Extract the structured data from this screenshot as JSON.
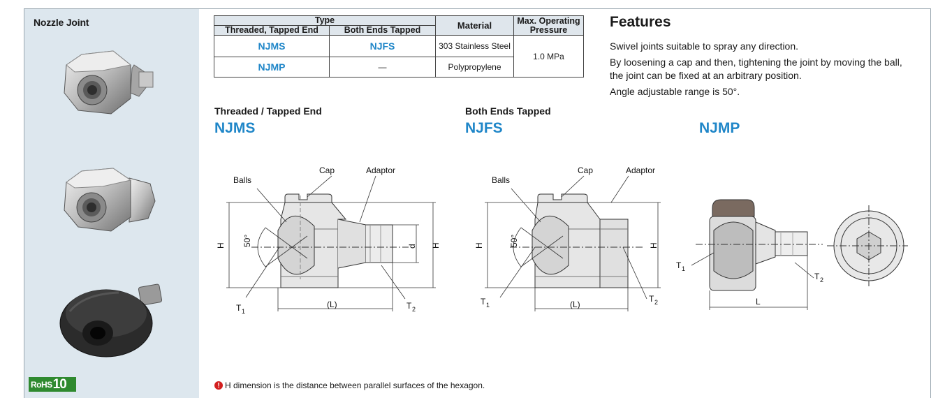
{
  "sidebar": {
    "title": "Nozzle Joint",
    "rohs_label": "RoHS",
    "rohs_number": "10"
  },
  "spec_table": {
    "header_type": "Type",
    "header_threaded": "Threaded, Tapped End",
    "header_both": "Both Ends Tapped",
    "header_material": "Material",
    "header_pressure": "Max. Operating Pressure",
    "rows": [
      {
        "threaded": "NJMS",
        "both": "NJFS",
        "material": "303 Stainless Steel"
      },
      {
        "threaded": "NJMP",
        "both": "—",
        "material": "Polypropylene"
      }
    ],
    "pressure": "1.0 MPa"
  },
  "features": {
    "title": "Features",
    "lines": [
      "Swivel joints suitable to spray any direction.",
      "By loosening a cap and then, tightening the joint by moving the ball, the joint can be fixed at an arbitrary position.",
      "Angle adjustable range is 50°."
    ]
  },
  "drawings": {
    "threaded_heading": "Threaded / Tapped End",
    "both_heading": "Both Ends Tapped",
    "njms": "NJMS",
    "njfs": "NJFS",
    "njmp": "NJMP",
    "labels": {
      "balls": "Balls",
      "cap": "Cap",
      "adaptor": "Adaptor",
      "h": "H",
      "d": "d",
      "angle": "50°",
      "l_paren": "(L)",
      "l": "L",
      "t1": "T",
      "t2": "T",
      "sub1": "1",
      "sub2": "2"
    }
  },
  "note": {
    "icon": "!",
    "text": "H dimension is the distance between parallel surfaces of the hexagon."
  },
  "colors": {
    "accent": "#1f86c8",
    "sidebar_bg": "#dde7ee",
    "rohs": "#2f8a2f",
    "warning": "#d31f1f"
  }
}
